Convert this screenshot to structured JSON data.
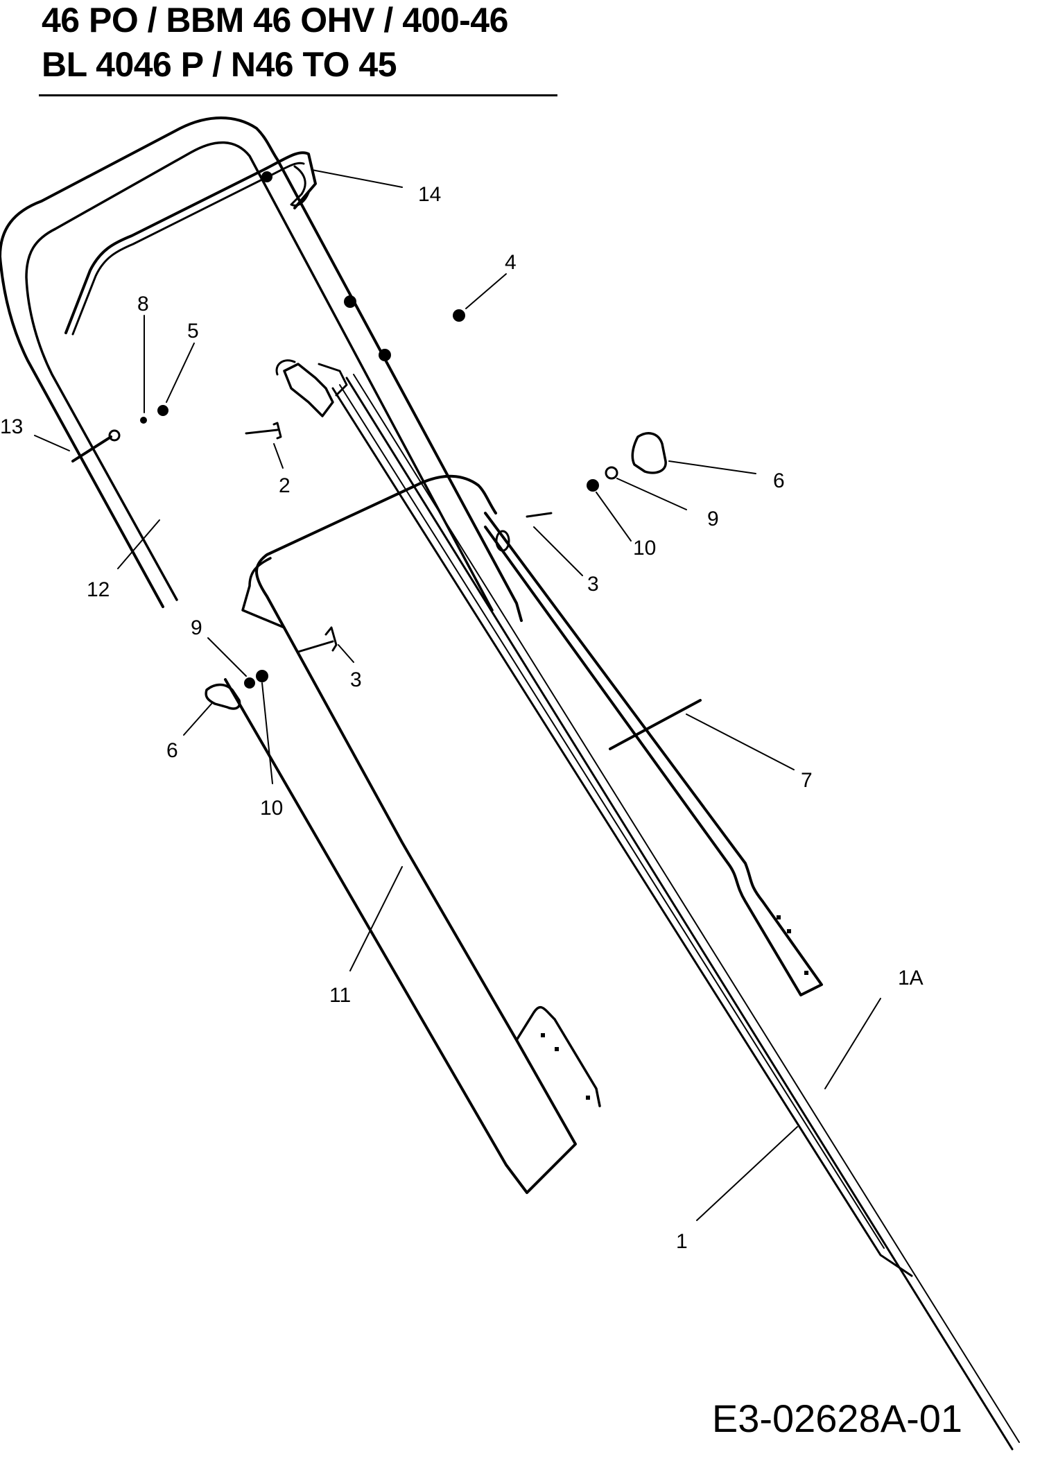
{
  "header": {
    "line1": "46 PO / BBM 46 OHV / 400-46",
    "line2": "BL 4046 P / N46 TO 45"
  },
  "callouts": {
    "c14": "14",
    "c4": "4",
    "c8": "8",
    "c5": "5",
    "c13": "13",
    "c2": "2",
    "c6a": "6",
    "c9a": "9",
    "c10a": "10",
    "c3a": "3",
    "c12": "12",
    "c9b": "9",
    "c3b": "3",
    "c6b": "6",
    "c10b": "10",
    "c7": "7",
    "c11": "11",
    "c1a": "1A",
    "c1": "1"
  },
  "footer": {
    "drawing_code": "E3-02628A-01"
  }
}
